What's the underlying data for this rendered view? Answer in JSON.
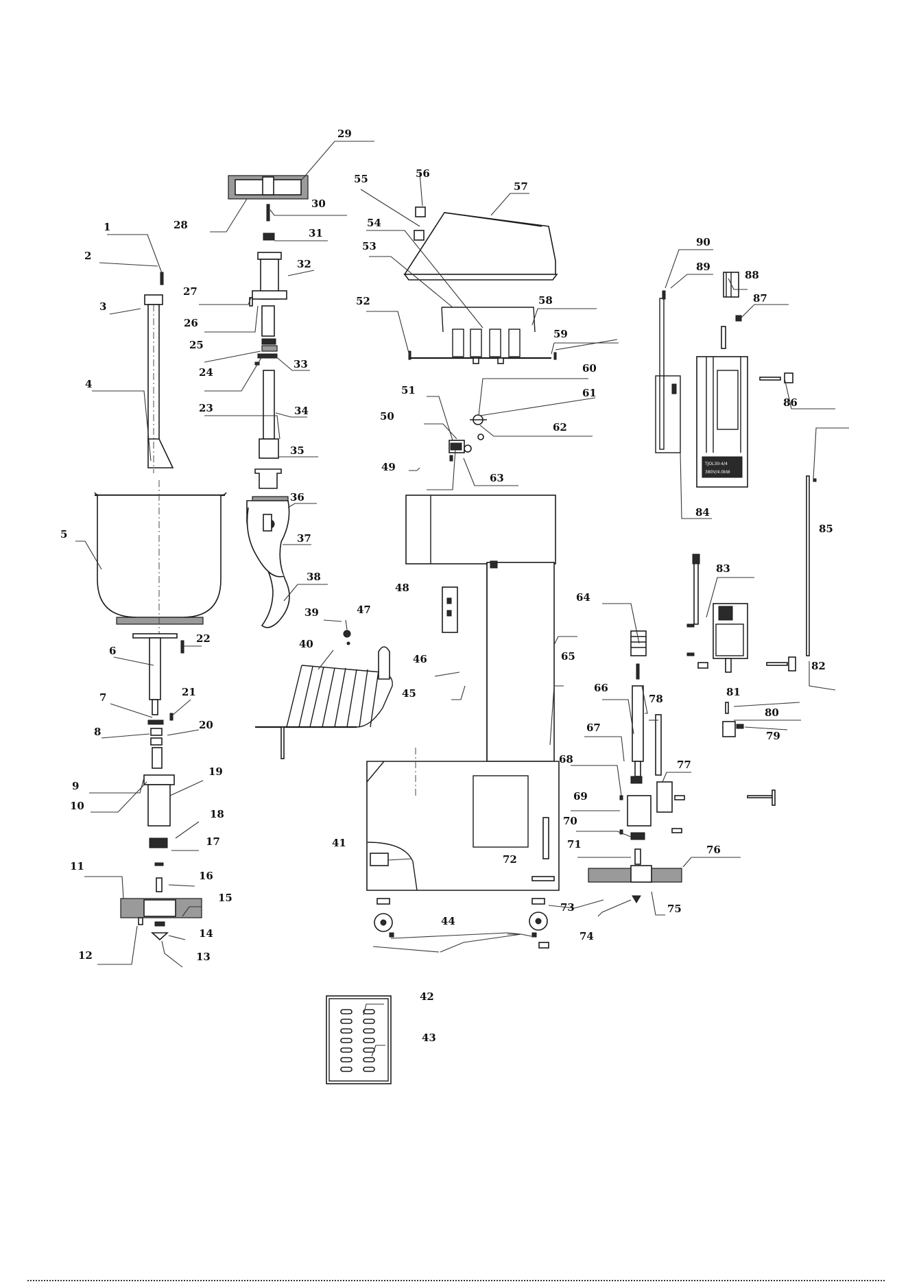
{
  "callouts": [
    {
      "n": "1"
    },
    {
      "n": "2"
    },
    {
      "n": "3"
    },
    {
      "n": "4"
    },
    {
      "n": "5"
    },
    {
      "n": "6"
    },
    {
      "n": "7"
    },
    {
      "n": "8"
    },
    {
      "n": "9"
    },
    {
      "n": "10"
    },
    {
      "n": "11"
    },
    {
      "n": "12"
    },
    {
      "n": "13"
    },
    {
      "n": "14"
    },
    {
      "n": "15"
    },
    {
      "n": "16"
    },
    {
      "n": "17"
    },
    {
      "n": "18"
    },
    {
      "n": "19"
    },
    {
      "n": "20"
    },
    {
      "n": "21"
    },
    {
      "n": "22"
    },
    {
      "n": "23"
    },
    {
      "n": "24"
    },
    {
      "n": "25"
    },
    {
      "n": "26"
    },
    {
      "n": "27"
    },
    {
      "n": "28"
    },
    {
      "n": "29"
    },
    {
      "n": "30"
    },
    {
      "n": "31"
    },
    {
      "n": "32"
    },
    {
      "n": "33"
    },
    {
      "n": "34"
    },
    {
      "n": "35"
    },
    {
      "n": "36"
    },
    {
      "n": "37"
    },
    {
      "n": "38"
    },
    {
      "n": "39"
    },
    {
      "n": "40"
    },
    {
      "n": "41"
    },
    {
      "n": "42"
    },
    {
      "n": "43"
    },
    {
      "n": "44"
    },
    {
      "n": "45"
    },
    {
      "n": "46"
    },
    {
      "n": "47"
    },
    {
      "n": "48"
    },
    {
      "n": "49"
    },
    {
      "n": "50"
    },
    {
      "n": "51"
    },
    {
      "n": "52"
    },
    {
      "n": "53"
    },
    {
      "n": "54"
    },
    {
      "n": "55"
    },
    {
      "n": "56"
    },
    {
      "n": "57"
    },
    {
      "n": "58"
    },
    {
      "n": "59"
    },
    {
      "n": "60"
    },
    {
      "n": "61"
    },
    {
      "n": "62"
    },
    {
      "n": "63"
    },
    {
      "n": "64"
    },
    {
      "n": "65"
    },
    {
      "n": "66"
    },
    {
      "n": "67"
    },
    {
      "n": "68"
    },
    {
      "n": "69"
    },
    {
      "n": "70"
    },
    {
      "n": "71"
    },
    {
      "n": "72"
    },
    {
      "n": "73"
    },
    {
      "n": "74"
    },
    {
      "n": "75"
    },
    {
      "n": "76"
    },
    {
      "n": "77"
    },
    {
      "n": "78"
    },
    {
      "n": "79"
    },
    {
      "n": "80"
    },
    {
      "n": "81"
    },
    {
      "n": "82"
    },
    {
      "n": "83"
    },
    {
      "n": "84"
    },
    {
      "n": "85"
    },
    {
      "n": "86"
    },
    {
      "n": "87"
    },
    {
      "n": "88"
    },
    {
      "n": "89"
    },
    {
      "n": "90"
    }
  ],
  "colors": {
    "ink": "#1a1a1a",
    "paper": "#ffffff",
    "hatch": "#9a9a9a"
  }
}
